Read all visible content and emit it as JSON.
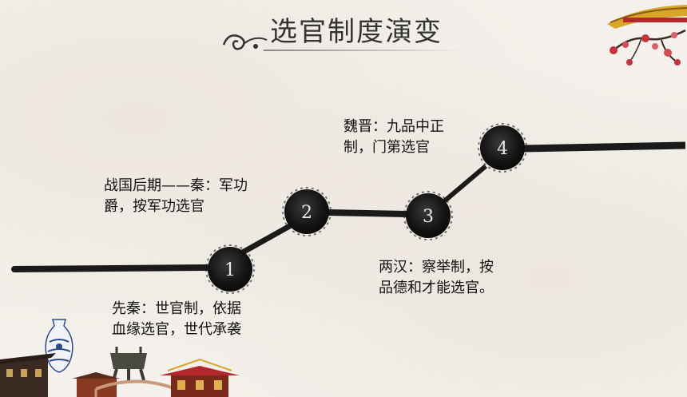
{
  "title": "选官制度演变",
  "nodes": [
    {
      "number": "1",
      "lines": [
        "先秦：世官制，依据",
        "血缘选官，世代承袭"
      ]
    },
    {
      "number": "2",
      "lines": [
        "战国后期——秦：军功",
        "爵，按军功选官"
      ]
    },
    {
      "number": "3",
      "lines": [
        "两汉：察举制，按",
        "品德和才能选官。"
      ]
    },
    {
      "number": "4",
      "lines": [
        "魏晋：九品中正",
        "制，门第选官"
      ]
    }
  ],
  "colors": {
    "ink": "#1a1a1a",
    "accent_red": "#b3272d",
    "gold": "#d9a629"
  },
  "icons": [
    "scroll-ornament-icon",
    "palace-roof-icon",
    "plum-blossom-icon",
    "porcelain-vase-icon",
    "bronze-ding-icon",
    "ancient-buildings-icon"
  ]
}
